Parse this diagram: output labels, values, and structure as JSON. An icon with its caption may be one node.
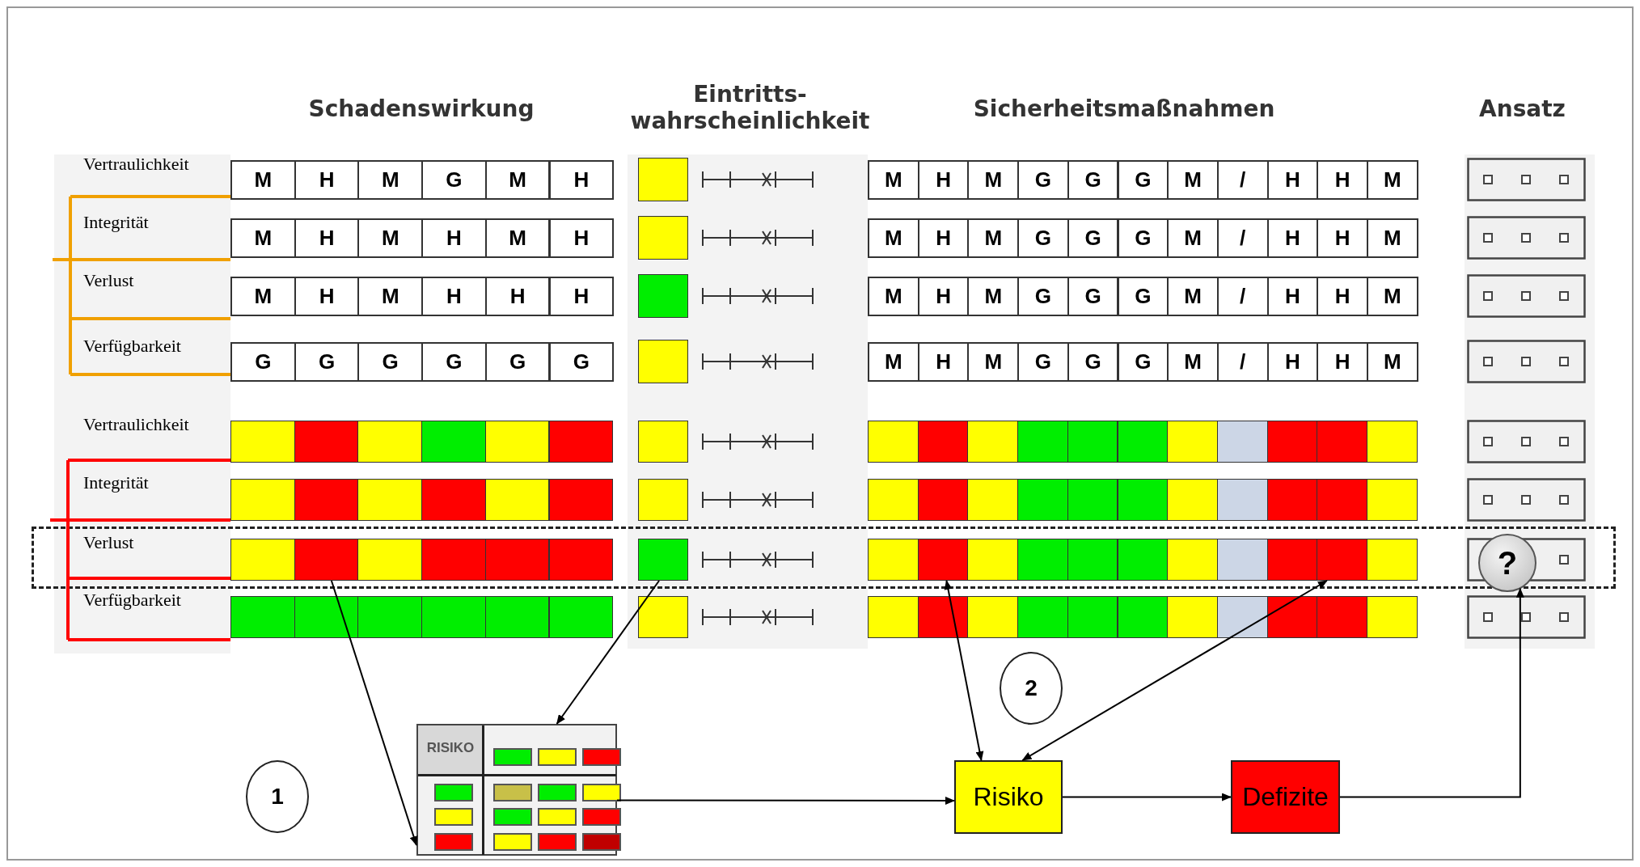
{
  "diagram": {
    "nodes": [
      {
        "text": [],
        "shape": "box"
      },
      {
        "text": [],
        "shape": "box"
      },
      {
        "text": [],
        "shape": "box"
      },
      {
        "text": [],
        "shape": "box"
      },
      {
        "text": [],
        "shape": "box"
      },
      {
        "text": [
          "?"
        ]
      },
      {
        "text": [
          "1"
        ]
      },
      {
        "text": [
          "RISIKO"
        ]
      },
      {
        "text": [
          "2"
        ]
      },
      {
        "text": [
          "Risiko"
        ]
      },
      {
        "text": [
          "Defizite"
        ]
      }
    ],
    "edges": [
      {
        "from": 1,
        "to": 7,
        "arrow": "to"
      },
      {
        "from": 2,
        "to": 7,
        "arrow": "to"
      },
      {
        "from": 7,
        "to": 9,
        "arrow": "to"
      },
      {
        "from": 9,
        "to": 3,
        "arrow": "both"
      },
      {
        "from": 9,
        "to": 4,
        "arrow": "both"
      },
      {
        "from": 9,
        "to": 10,
        "arrow": "to"
      },
      {
        "from": 10,
        "to": 5,
        "arrow": "to"
      }
    ],
    "labels": [
      "Schadenswirkung",
      "Eintritts- wahrscheinlichkeit",
      "Sicherheitsmaßnahmen",
      "Ansatz",
      "Vertraulichkeit",
      "M",
      "H",
      "M",
      "G",
      "M",
      "H",
      "M",
      "H",
      "M",
      "G",
      "G",
      "G",
      "M",
      "/",
      "H",
      "H",
      "M",
      "Integrität",
      "M",
      "H",
      "M",
      "H",
      "M",
      "H",
      "M",
      "H",
      "M",
      "G",
      "G",
      "G",
      "M",
      "/",
      "H",
      "H",
      "M",
      "Verlust",
      "M",
      "H",
      "M",
      "H",
      "H",
      "H",
      "M",
      "H",
      "M",
      "G",
      "G",
      "G",
      "M",
      "/",
      "H",
      "H",
      "M",
      "Verfügbarkeit",
      "G",
      "G",
      "G",
      "G",
      "G",
      "G",
      "M",
      "H",
      "M",
      "G",
      "G",
      "G",
      "M",
      "/",
      "H",
      "H",
      "M",
      "Vertraulichkeit",
      "Integrität",
      "Verlust",
      "Verfügbarkeit"
    ]
  }
}
